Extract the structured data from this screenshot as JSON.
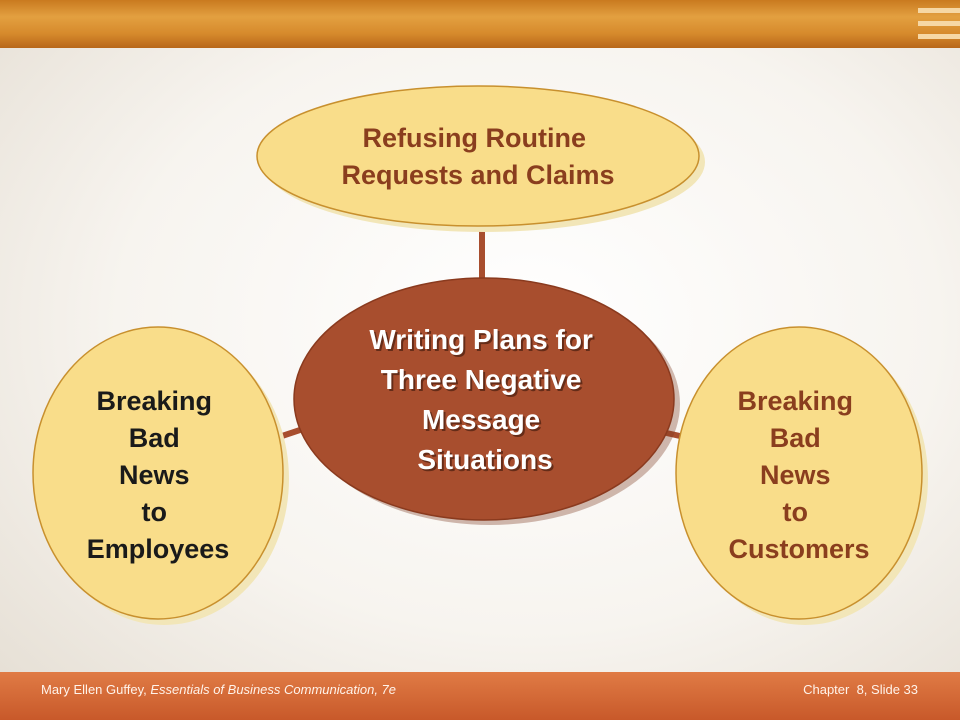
{
  "diagram": {
    "center": {
      "lines": [
        "Writing Plans for",
        "Three Negative",
        "Message",
        "Situations"
      ]
    },
    "top": {
      "lines": [
        "Refusing Routine",
        "Requests and Claims"
      ]
    },
    "left": {
      "lines": [
        "Breaking",
        "Bad",
        "News",
        "to",
        "Employees"
      ]
    },
    "right": {
      "lines": [
        "Breaking",
        "Bad",
        "News",
        "to",
        "Customers"
      ]
    }
  },
  "footer": {
    "author": "Mary Ellen Guffey, ",
    "book_title": "Essentials of Business Communication, 7e",
    "chapter_slide": "Chapter  8, Slide 33"
  },
  "colors": {
    "bubble_fill": "#f9dd8a",
    "center_fill": "#a84e2e",
    "top_text": "#8a3e1e",
    "right_text": "#8a3e1e",
    "left_text": "#1a1a1a",
    "center_text": "#ffffff"
  }
}
